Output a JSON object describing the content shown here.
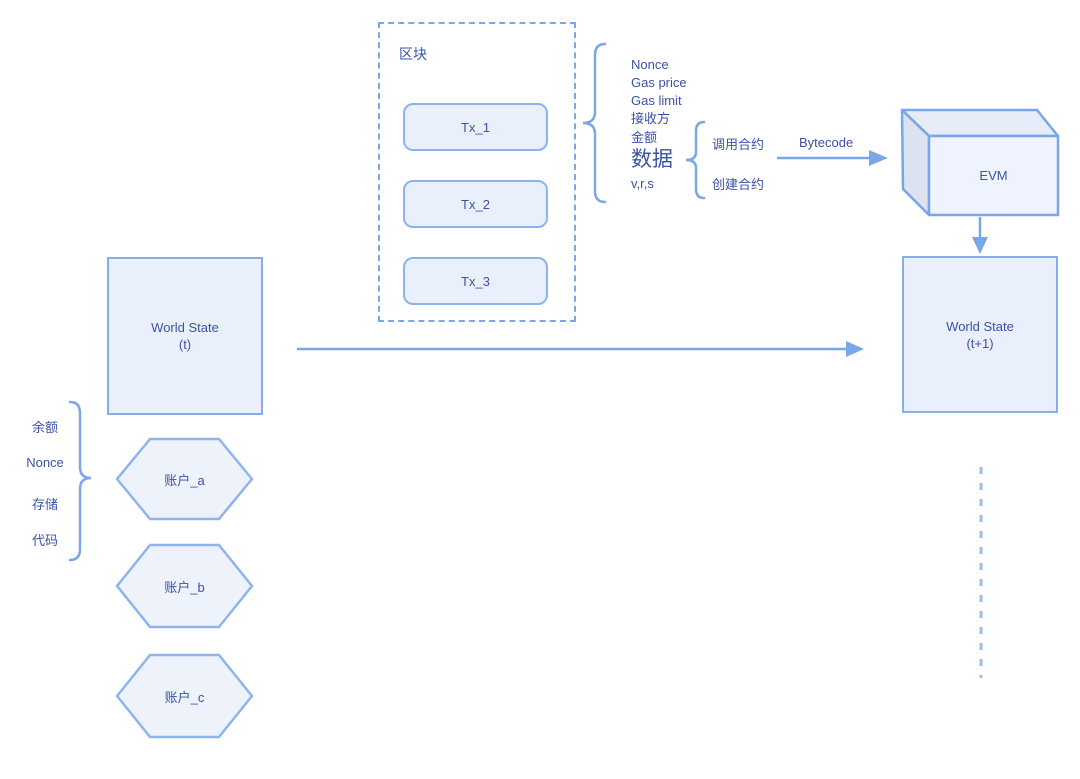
{
  "colors": {
    "stroke": "#7aa7e8",
    "strokeLight": "#9dbdf0",
    "nodeFill": "#e9f0fc",
    "hexFill": "#edf2fb",
    "text": "#3b52a8",
    "cubeTopFill": "#e7edf8",
    "cubeLeftFill": "#dce2ef",
    "cubeFrontFill": "#eef3fd"
  },
  "block": {
    "label": "区块",
    "transactions": [
      "Tx_1",
      "Tx_2",
      "Tx_3"
    ]
  },
  "txFields": {
    "nonce": "Nonce",
    "gasPrice": "Gas price",
    "gasLimit": "Gas limit",
    "recipient": "接收方",
    "amount": "金额",
    "data": "数据",
    "vrs": "v,r,s"
  },
  "contract": {
    "call": "调用合约",
    "create": "创建合约"
  },
  "bytecode": {
    "label": "Bytecode"
  },
  "evm": {
    "label": "EVM"
  },
  "worldStateT": {
    "line1": "World State",
    "line2": "(t)"
  },
  "worldStateT1": {
    "line1": "World State",
    "line2": "(t+1)"
  },
  "accountFields": [
    "余额",
    "Nonce",
    "存储",
    "代码"
  ],
  "accounts": [
    "账户_a",
    "账户_b",
    "账户_c"
  ]
}
